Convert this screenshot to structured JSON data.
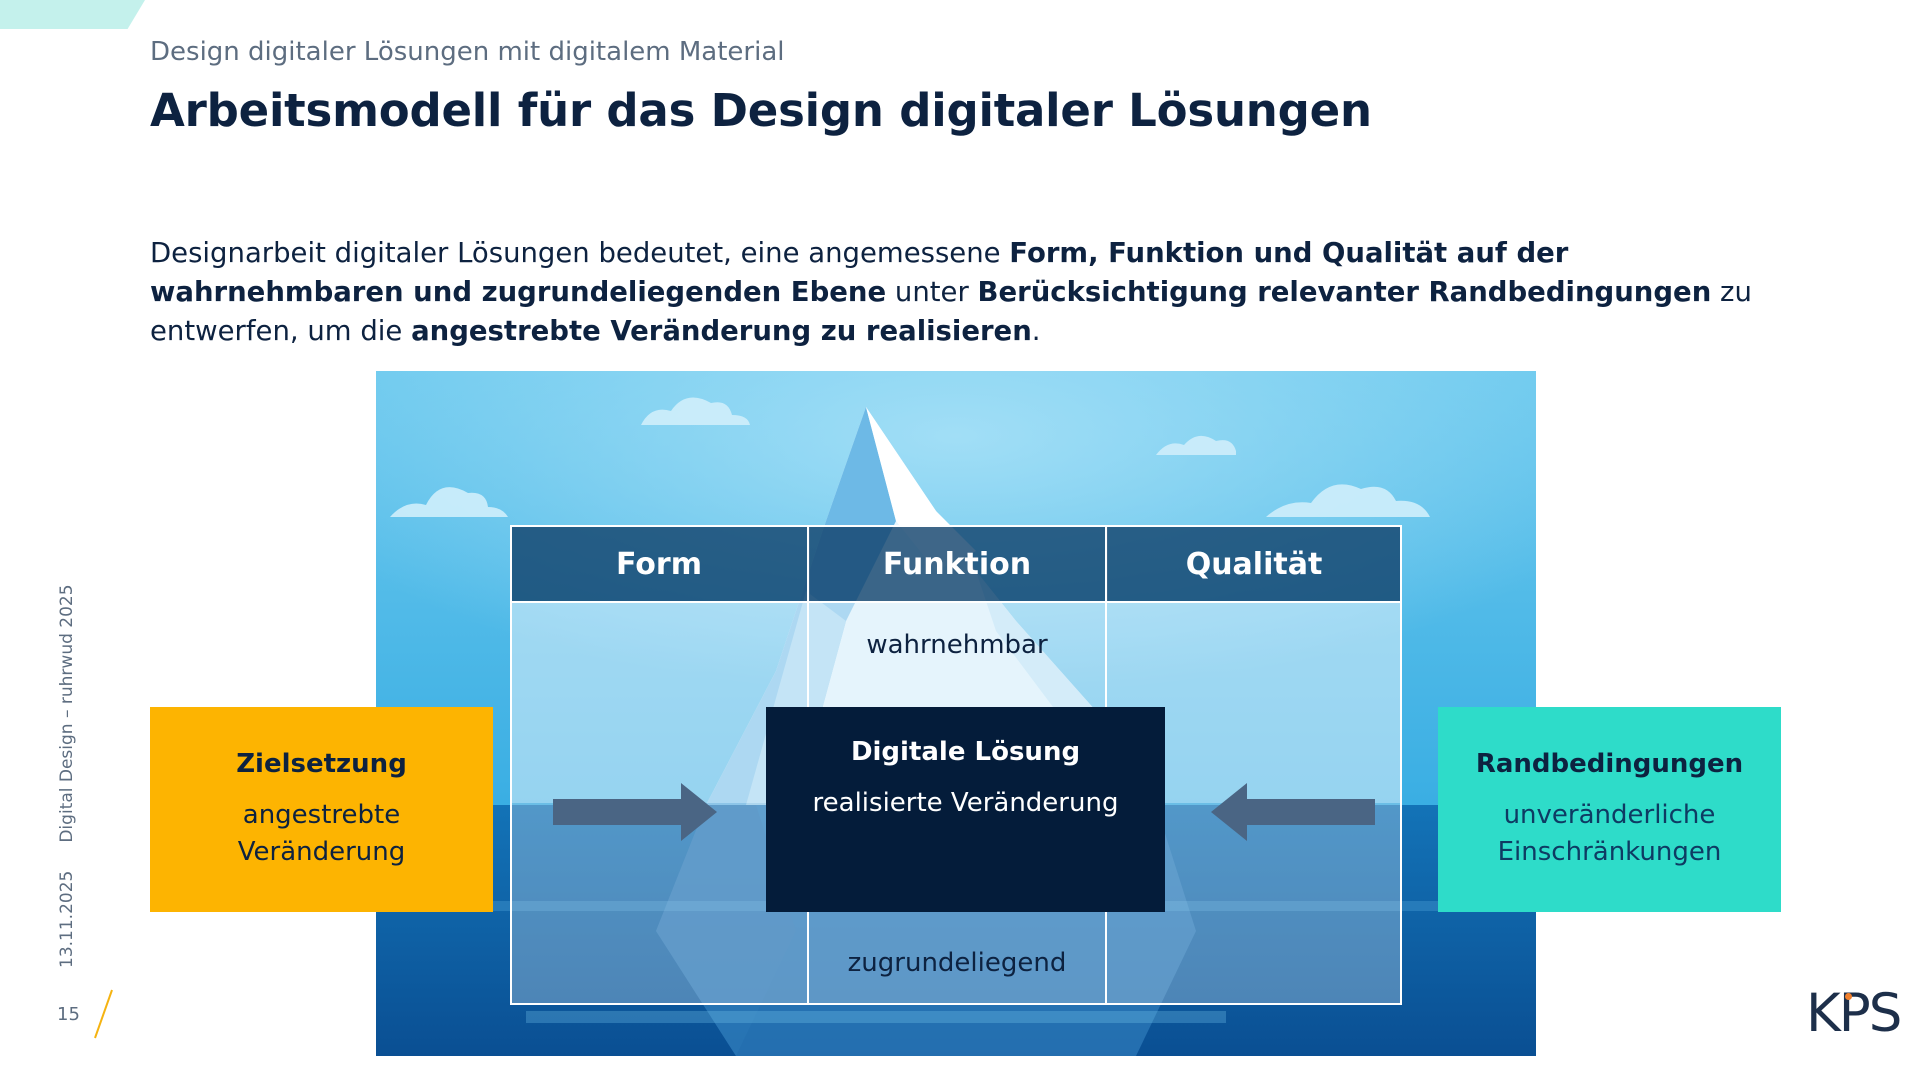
{
  "header": {
    "subtitle": "Design digitaler Lösungen mit digitalem Material",
    "title": "Arbeitsmodell für das Design digitaler Lösungen"
  },
  "intro": {
    "p1": "Designarbeit digitaler Lösungen bedeutet, eine angemessene ",
    "b1": "Form, Funktion und Qualität auf der wahrnehmbaren und zugrundeliegenden Ebene",
    "p2": " unter ",
    "b2": "Berücksichtigung relevanter Randbedingungen",
    "p3": " zu entwerfen, um die ",
    "b3": "angestrebte Veränderung zu realisieren",
    "p4": "."
  },
  "grid": {
    "columns": [
      "Form",
      "Funktion",
      "Qualität"
    ],
    "top_label": "wahrnehmbar",
    "bottom_label": "zugrundeliegend"
  },
  "boxes": {
    "goal": {
      "title": "Zielsetzung",
      "line1": "angestrebte",
      "line2": "Veränderung"
    },
    "center": {
      "title": "Digitale Lösung",
      "line1": "realisierte Veränderung"
    },
    "constraints": {
      "title": "Randbedingungen",
      "line1": "unveränderliche",
      "line2": "Einschränkungen"
    }
  },
  "footer": {
    "date": "13.11.2025",
    "course": "Digital Design – ruhrwud 2025",
    "page": "15",
    "logo": "KPS"
  },
  "colors": {
    "goal": "#fdb401",
    "center": "#041c3a",
    "constraints": "#2edcc9",
    "sky": "#4fb8e6",
    "sea": "#0b5fa3",
    "header_cells": "#13446e"
  }
}
